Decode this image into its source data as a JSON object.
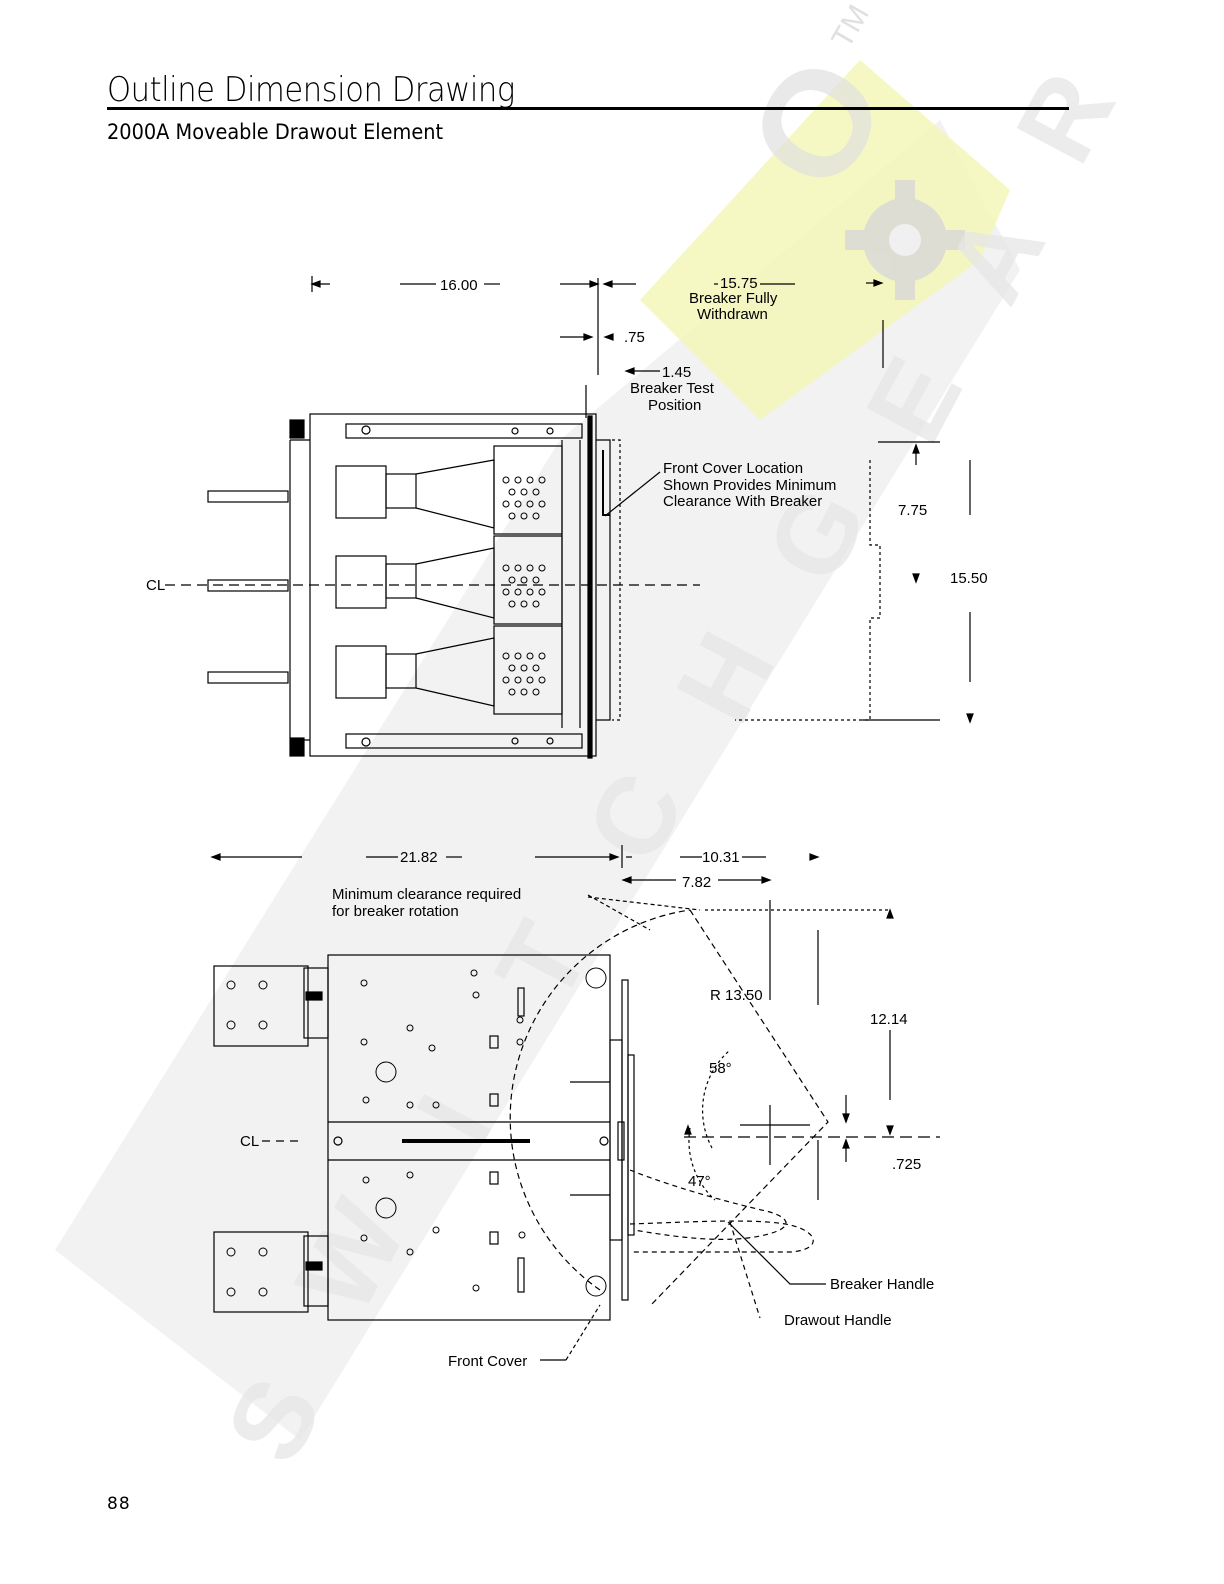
{
  "header": {
    "title": "Outline Dimension Drawing",
    "subtitle": "2000A Moveable Drawout Element"
  },
  "watermark": {
    "text": "SWITCHGEAR",
    "trademark": "TM",
    "accent_color": "#f5f7b8",
    "gray_color": "#e4e4e4"
  },
  "top_view": {
    "dim_16": "16.00",
    "dim_15_75": "15.75",
    "withdrawn_line1": "Breaker Fully",
    "withdrawn_line2": "Withdrawn",
    "dim_075": ".75",
    "dim_145": "1.45",
    "test_line1": "Breaker Test",
    "test_line2": "Position",
    "cover_line1": "Front Cover Location",
    "cover_line2": "Shown Provides Minimum",
    "cover_line3": "Clearance With Breaker",
    "dim_775": "7.75",
    "dim_1550": "15.50",
    "centerline": "CL"
  },
  "side_view": {
    "dim_2182": "21.82",
    "dim_1031": "10.31",
    "dim_782": "7.82",
    "clearance_line1": "Minimum clearance required",
    "clearance_line2": "for breaker rotation",
    "radius": "R 13.50",
    "dim_1214": "12.14",
    "angle_58": "58°",
    "angle_47": "47°",
    "dim_0725": ".725",
    "breaker_handle": "Breaker Handle",
    "drawout_handle": "Drawout Handle",
    "front_cover": "Front Cover",
    "centerline": "CL"
  },
  "footer": {
    "page_number": "88"
  }
}
